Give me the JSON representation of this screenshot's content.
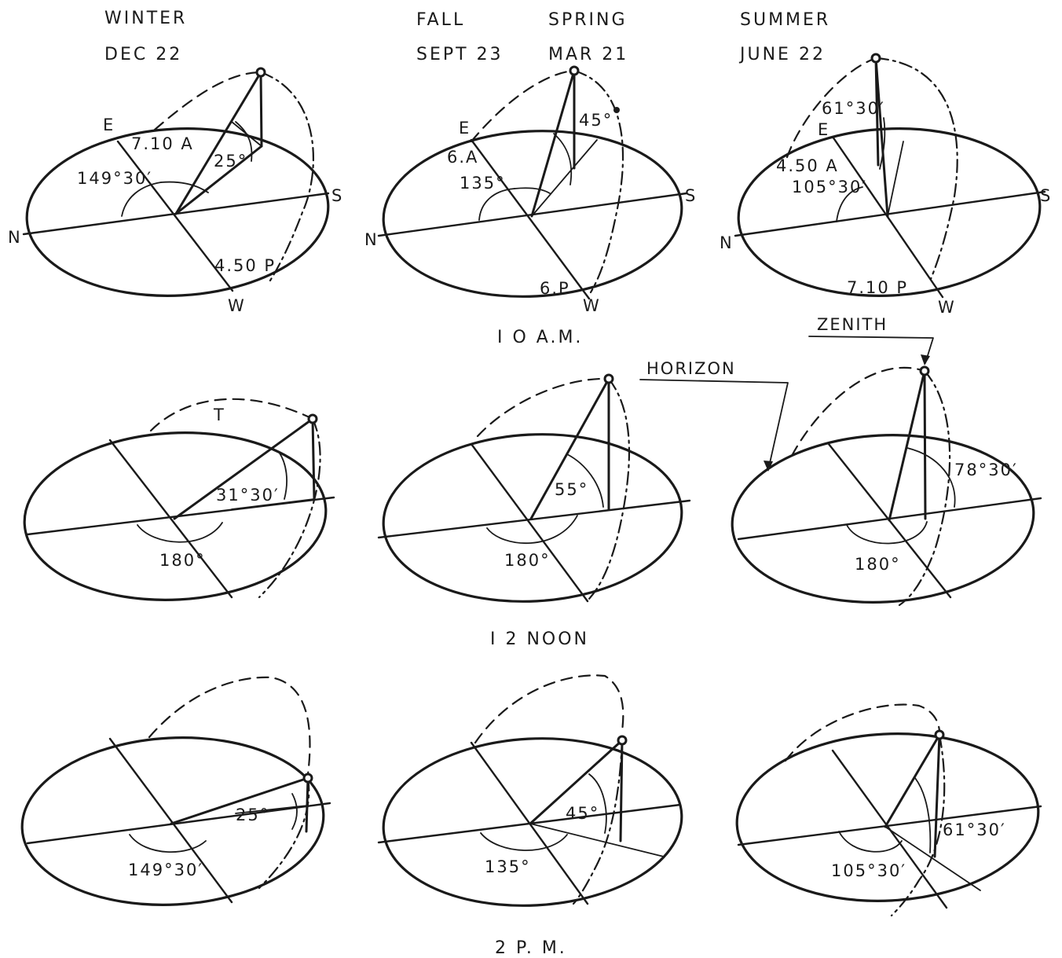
{
  "headers": {
    "winter_season": "WINTER",
    "winter_date": "DEC 22",
    "fall_season": "FALL",
    "fall_date": "SEPT 23",
    "spring_season": "SPRING",
    "spring_date": "MAR 21",
    "summer_season": "SUMMER",
    "summer_date": "JUNE 22"
  },
  "rows": {
    "row1_time": "I O A.M.",
    "row2_time": "I 2 NOON",
    "row3_time": "2  P. M."
  },
  "callouts": {
    "horizon": "HORIZON",
    "zenith": "ZENITH"
  },
  "directions": {
    "north": "N",
    "south": "S",
    "east": "E",
    "west": "W"
  },
  "panels": {
    "winter_10am": {
      "sunrise": "7.10 A",
      "sunset": "4.50 P",
      "altitude": "25°",
      "azimuth": "149°30′"
    },
    "equinox_10am": {
      "sunrise": "6.A",
      "sunset": "6.P",
      "altitude": "45°",
      "azimuth": "135°"
    },
    "summer_10am": {
      "sunrise": "4.50 A",
      "sunset": "7.10 P",
      "altitude": "61°30′",
      "azimuth": "105°30′"
    },
    "winter_noon": {
      "altitude": "31°30′",
      "azimuth": "180°",
      "path_mark": "T"
    },
    "equinox_noon": {
      "altitude": "55°",
      "azimuth": "180°"
    },
    "summer_noon": {
      "altitude": "78°30′",
      "azimuth": "180°"
    },
    "winter_2pm": {
      "altitude": "25°",
      "azimuth": "149°30′"
    },
    "equinox_2pm": {
      "altitude": "45°",
      "azimuth": "135°"
    },
    "summer_2pm": {
      "altitude": "61°30′",
      "azimuth": "105°30′"
    }
  }
}
